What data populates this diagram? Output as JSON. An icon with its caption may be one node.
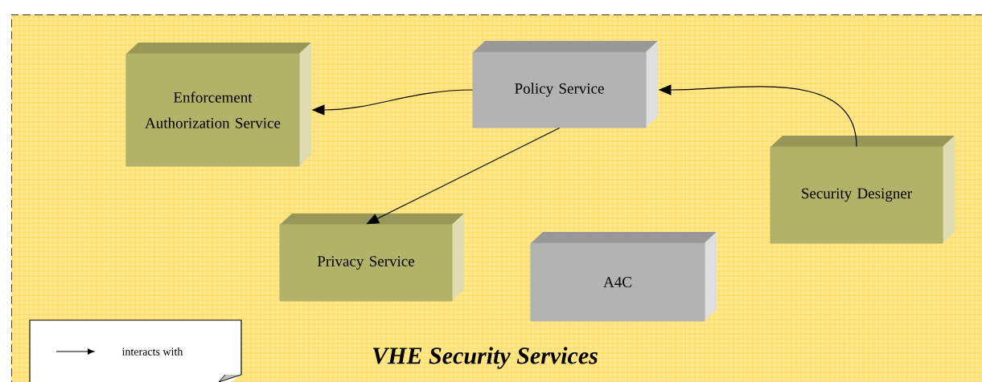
{
  "diagram": {
    "nodes": [
      {
        "text": [
          "VHE Security Services"
        ]
      },
      {
        "text": [
          "Enforcement",
          "Authorization Service"
        ],
        "in": 0
      },
      {
        "text": [
          "Policy Service"
        ],
        "in": 0
      },
      {
        "text": [
          "Privacy Service"
        ],
        "in": 0
      },
      {
        "text": [
          "Security Designer"
        ],
        "in": 0
      },
      {
        "text": [
          "A4C"
        ],
        "in": 0
      }
    ],
    "edges": [
      {
        "from": 2,
        "to": 1,
        "arrow": "to"
      },
      {
        "from": 2,
        "to": 3,
        "arrow": "to"
      },
      {
        "from": 4,
        "to": 2,
        "arrow": "to"
      }
    ],
    "legend": [
      {
        "text": "interacts with"
      }
    ]
  }
}
